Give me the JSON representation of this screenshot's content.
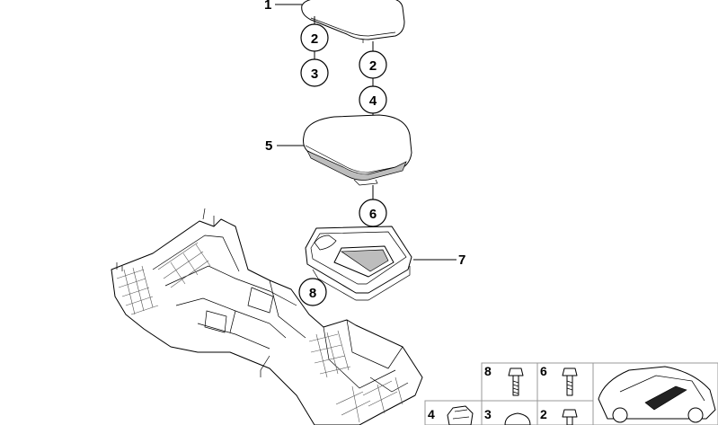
{
  "callouts": {
    "c1": "1",
    "c2a": "2",
    "c3": "3",
    "c2b": "2",
    "c4": "4",
    "c5": "5",
    "c6": "6",
    "c7": "7",
    "c8": "8"
  },
  "inset": {
    "n8": "8",
    "n6": "6",
    "n4": "4",
    "n3": "3",
    "n2": "2"
  },
  "colors": {
    "line": "#000000",
    "shade": "#bdbdbd",
    "inset_border": "#999999"
  }
}
